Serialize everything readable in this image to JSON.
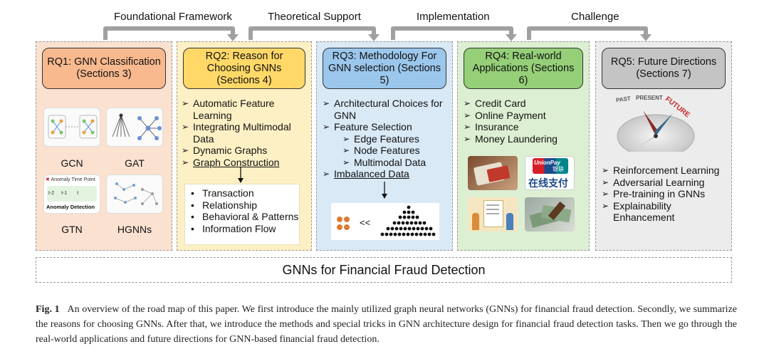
{
  "flow_labels": [
    "Foundational Framework",
    "Theoretical Support",
    "Implementation",
    "Challenge"
  ],
  "colors": {
    "rq1_fill": "#f8b98f",
    "rq1_bg": "#fbe1d0",
    "rq2_fill": "#ffd868",
    "rq2_bg": "#fdf0c4",
    "rq3_fill": "#9cc7ec",
    "rq3_bg": "#d9e9f6",
    "rq4_fill": "#95cf78",
    "rq4_bg": "#dcefd2",
    "rq5_fill": "#c4c4c4",
    "rq5_bg": "#ececec"
  },
  "rq1": {
    "title": "RQ1: GNN Classification (Sections 3)",
    "models": [
      "GCN",
      "GAT",
      "GTN",
      "HGNNs"
    ],
    "gtn_img_text": {
      "top": "Anomaly Time Point",
      "t2": "t-2",
      "t1": "t-1",
      "t": "t",
      "bottom": "Anomaly Detection"
    }
  },
  "rq2": {
    "title": "RQ2: Reason for Choosing GNNs (Sections 4)",
    "items": [
      "Automatic Feature Learning",
      "Integrating Multimodal Data",
      "Dynamic Graphs",
      "Graph Construction"
    ],
    "sub_items": [
      "Transaction",
      "Relationship",
      "Behavioral & Patterns",
      "Information Flow"
    ]
  },
  "rq3": {
    "title": "RQ3: Methodology For GNN selection (Sections 5)",
    "items": [
      "Architectural Choices for GNN",
      "Feature Selection"
    ],
    "sub_items": [
      "Edge Features",
      "Node Features",
      "Multimodal Data"
    ],
    "last_item": "Imbalanced Data",
    "comparison": "<<"
  },
  "rq4": {
    "title": "RQ4: Real-world Applications (Sections 6)",
    "items": [
      "Credit Card",
      "Online Payment",
      "Insurance",
      "Money Laundering"
    ],
    "unionpay_en": "UnionPay",
    "unionpay_cn": "银联",
    "online_pay_cn": "在线支付"
  },
  "rq5": {
    "title": "RQ5: Future Directions (Sections 7)",
    "items": [
      "Reinforcement Learning",
      "Adversarial Learning",
      "Pre-training in GNNs",
      "Explainability Enhancement"
    ],
    "compass_words": [
      "PAST",
      "PRESENT",
      "FUTURE"
    ]
  },
  "bottom_bar": "GNNs for Financial Fraud Detection",
  "caption": {
    "label": "Fig. 1",
    "text": "An overview of the road map of this paper. We first introduce the mainly utilized graph neural networks (GNNs) for financial fraud detection. Secondly, we summarize the reasons for choosing GNNs. After that, we introduce the methods and special tricks in GNN architecture design for financial fraud detection tasks. Then we go through the real-world applications and future directions for GNN-based financial fraud detection."
  }
}
